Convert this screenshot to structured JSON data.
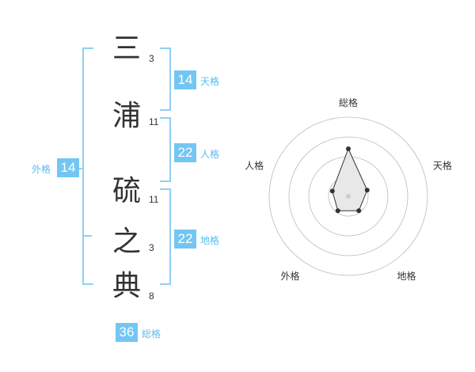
{
  "name": {
    "characters": [
      {
        "char": "三",
        "strokes": "3"
      },
      {
        "char": "浦",
        "strokes": "11"
      },
      {
        "char": "硫",
        "strokes": "11"
      },
      {
        "char": "之",
        "strokes": "3"
      },
      {
        "char": "典",
        "strokes": "8"
      }
    ]
  },
  "fortune": {
    "tenkaku": {
      "value": "14",
      "label": "天格"
    },
    "jinkaku": {
      "value": "22",
      "label": "人格"
    },
    "chikaku": {
      "value": "22",
      "label": "地格"
    },
    "gaikaku": {
      "value": "14",
      "label": "外格"
    },
    "soukaku": {
      "value": "36",
      "label": "総格"
    }
  },
  "radar": {
    "axes": [
      "総格",
      "天格",
      "地格",
      "外格",
      "人格"
    ],
    "rings": 4,
    "values": [
      2.4,
      1.0,
      0.9,
      0.9,
      0.85
    ],
    "max": 4,
    "colors": {
      "ring": "#bbbbbb",
      "fill": "#e8e8e8",
      "line": "#333333",
      "center": "#cccccc"
    }
  },
  "colors": {
    "bracket": "#8fd0f3",
    "badge": "#73c6f4",
    "label": "#5bbcee"
  }
}
